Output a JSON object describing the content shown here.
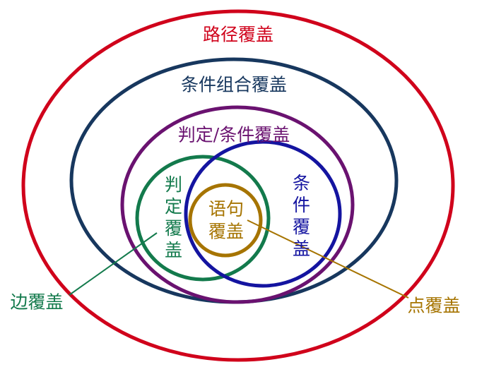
{
  "labels": {
    "path": "路径覆盖",
    "multi_condition": "条件组合覆盖",
    "decision_condition": "判定/条件覆盖",
    "decision": "判定覆盖",
    "condition": "条件覆盖",
    "statement_line1": "语句",
    "statement_line2": "覆盖",
    "edge": "边覆盖",
    "node": "点覆盖"
  },
  "colors": {
    "path": "#d0021b",
    "multi_condition": "#17375e",
    "decision_condition": "#6a1270",
    "decision": "#137a4c",
    "condition": "#1414a0",
    "statement": "#a67400"
  }
}
